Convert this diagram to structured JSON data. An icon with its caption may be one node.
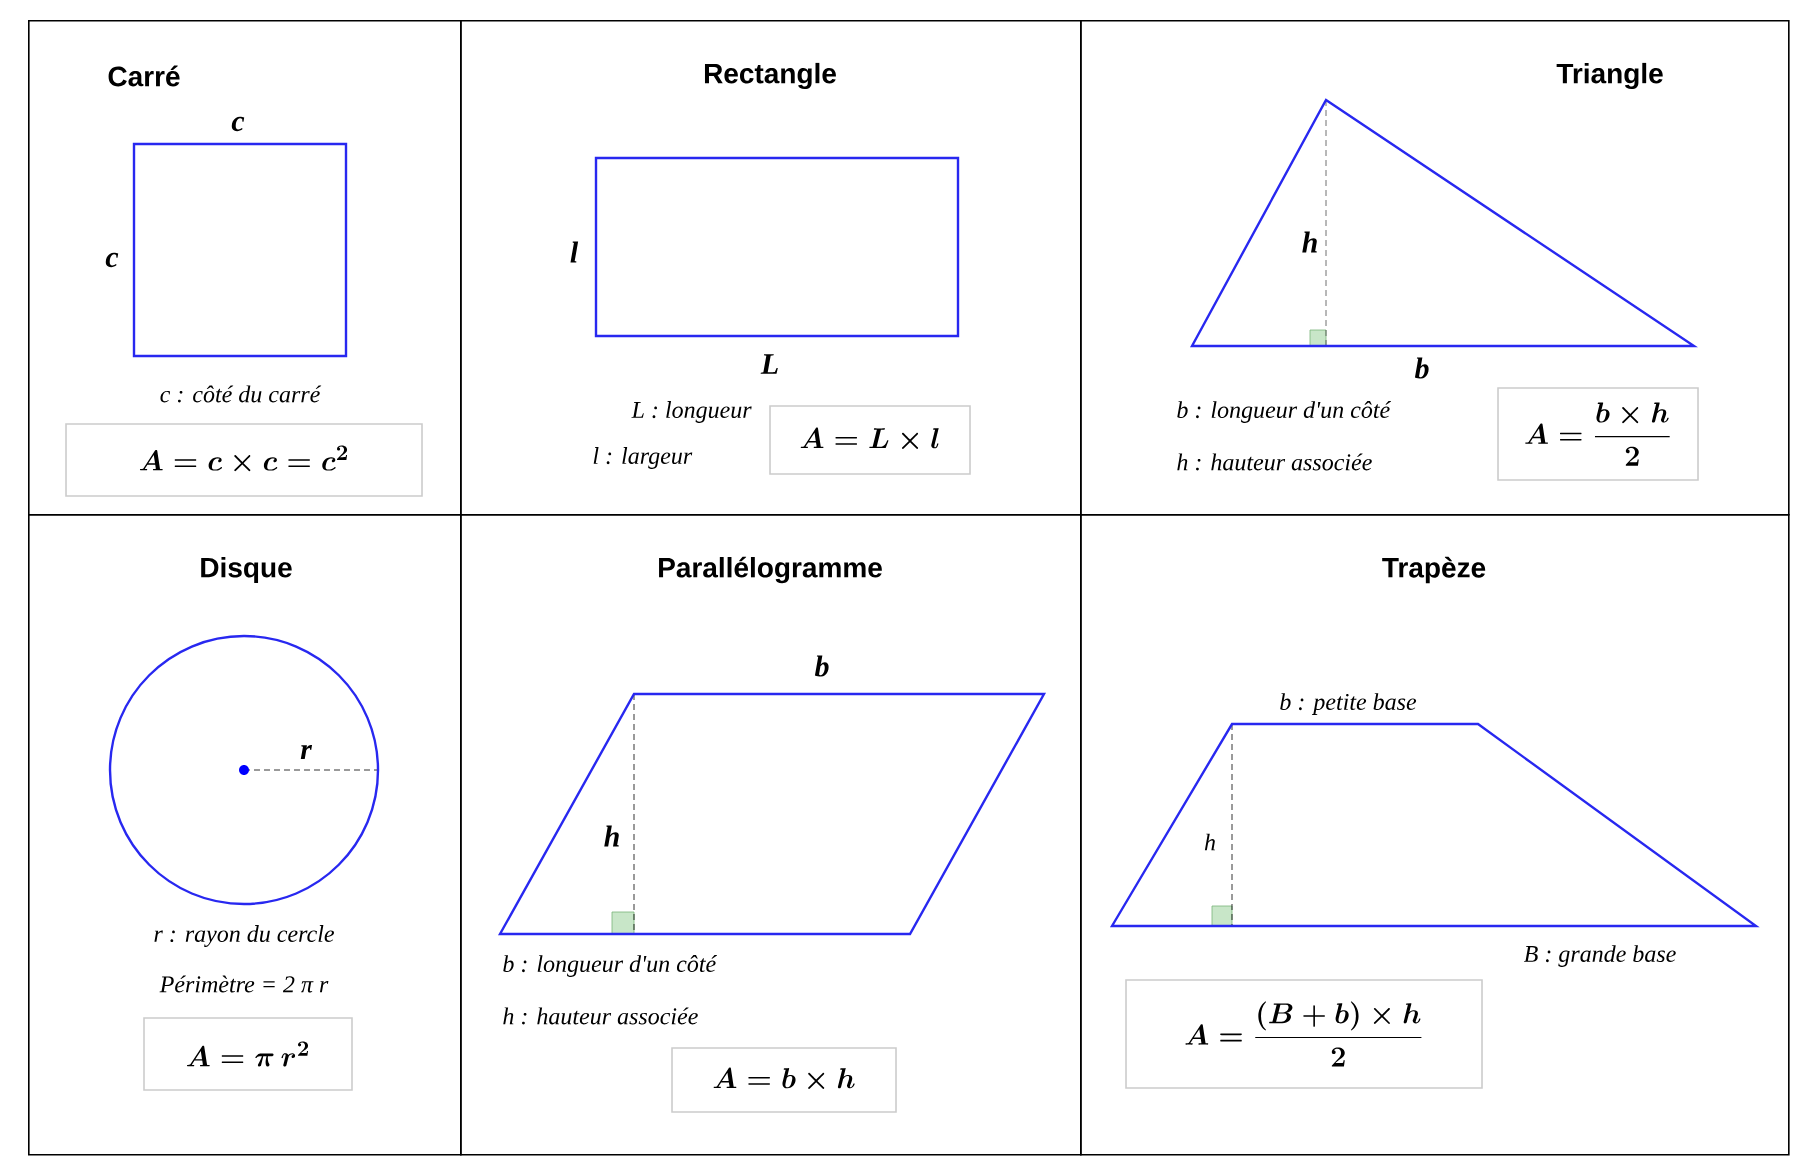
{
  "diagram": {
    "nodes": [
      {
        "text": [
          "Carré"
        ]
      },
      {
        "text": [
          "Rectangle"
        ]
      },
      {
        "text": [
          "Triangle"
        ]
      },
      {
        "text": [
          "Disque"
        ]
      },
      {
        "text": [
          "Parallélogramme"
        ]
      },
      {
        "text": [
          "Trapèze"
        ]
      },
      {
        "text": [
          "A = c \\times c = c^{2}"
        ],
        "in": 0
      },
      {
        "text": [
          "A = L \\times l"
        ],
        "in": 1
      },
      {
        "text": [
          "A = \\dfrac{b \\times h}{2}"
        ],
        "in": 2
      },
      {
        "text": [
          "A = \\pi\\, r^{2}"
        ],
        "in": 3
      },
      {
        "text": [
          "A = b \\times h"
        ],
        "in": 4
      },
      {
        "text": [
          "A = \\dfrac{(B + b) \\times h}{2}"
        ],
        "in": 5
      }
    ],
    "labels": [
      "c",
      "c",
      "c : côté du carré",
      "l",
      "L",
      "L : longueur",
      "l : largeur",
      "h",
      "b",
      "b : longueur d'un côté",
      "h : hauteur associée",
      "r",
      "r : rayon du cercle",
      "Périmètre = 2 π r",
      "b",
      "h",
      "b : longueur d'un côté",
      "h : hauteur associée",
      "b : petite base",
      "h",
      "B : grande base"
    ]
  }
}
